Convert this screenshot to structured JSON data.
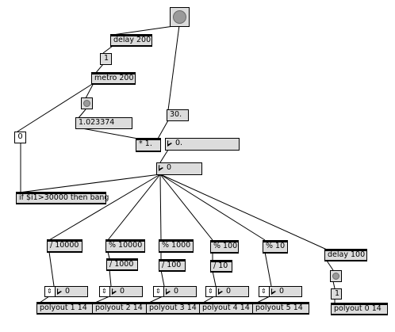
{
  "patch": {
    "top_bang": {
      "type": "bang"
    },
    "delay_1": {
      "label": "delay 200"
    },
    "toggle_1": {
      "value": "1"
    },
    "metro": {
      "label": "metro 200"
    },
    "bang_metro": {
      "type": "bang"
    },
    "float_display": {
      "value": "1.023374"
    },
    "zero_toggle": {
      "value": "0"
    },
    "num_30": {
      "value": "30."
    },
    "multiply": {
      "label": "* 1."
    },
    "float_out": {
      "value": "0."
    },
    "counter_num": {
      "value": "0"
    },
    "if_obj": {
      "label": "if $i1>30000 then bang"
    },
    "branches": [
      {
        "op": "/ 10000",
        "op2": "",
        "arrow": "⇕",
        "num": "0",
        "out": "polyout 1 14"
      },
      {
        "op": "% 10000",
        "op2": "/ 1000",
        "arrow": "⇕",
        "num": "0",
        "out": "polyout 2 14"
      },
      {
        "op": "% 1000",
        "op2": "/ 100",
        "arrow": "⇕",
        "num": "0",
        "out": "polyout 3 14"
      },
      {
        "op": "% 100",
        "op2": "/ 10",
        "arrow": "⇕",
        "num": "0",
        "out": "polyout 4 14"
      },
      {
        "op": "% 10",
        "op2": "",
        "arrow": "⇕",
        "num": "0",
        "out": "polyout 5 14"
      }
    ],
    "delay_2": {
      "label": "delay 100"
    },
    "bang_end": {
      "type": "bang"
    },
    "toggle_end": {
      "value": "1"
    },
    "polyout_0": {
      "label": "polyout 0 14"
    }
  }
}
